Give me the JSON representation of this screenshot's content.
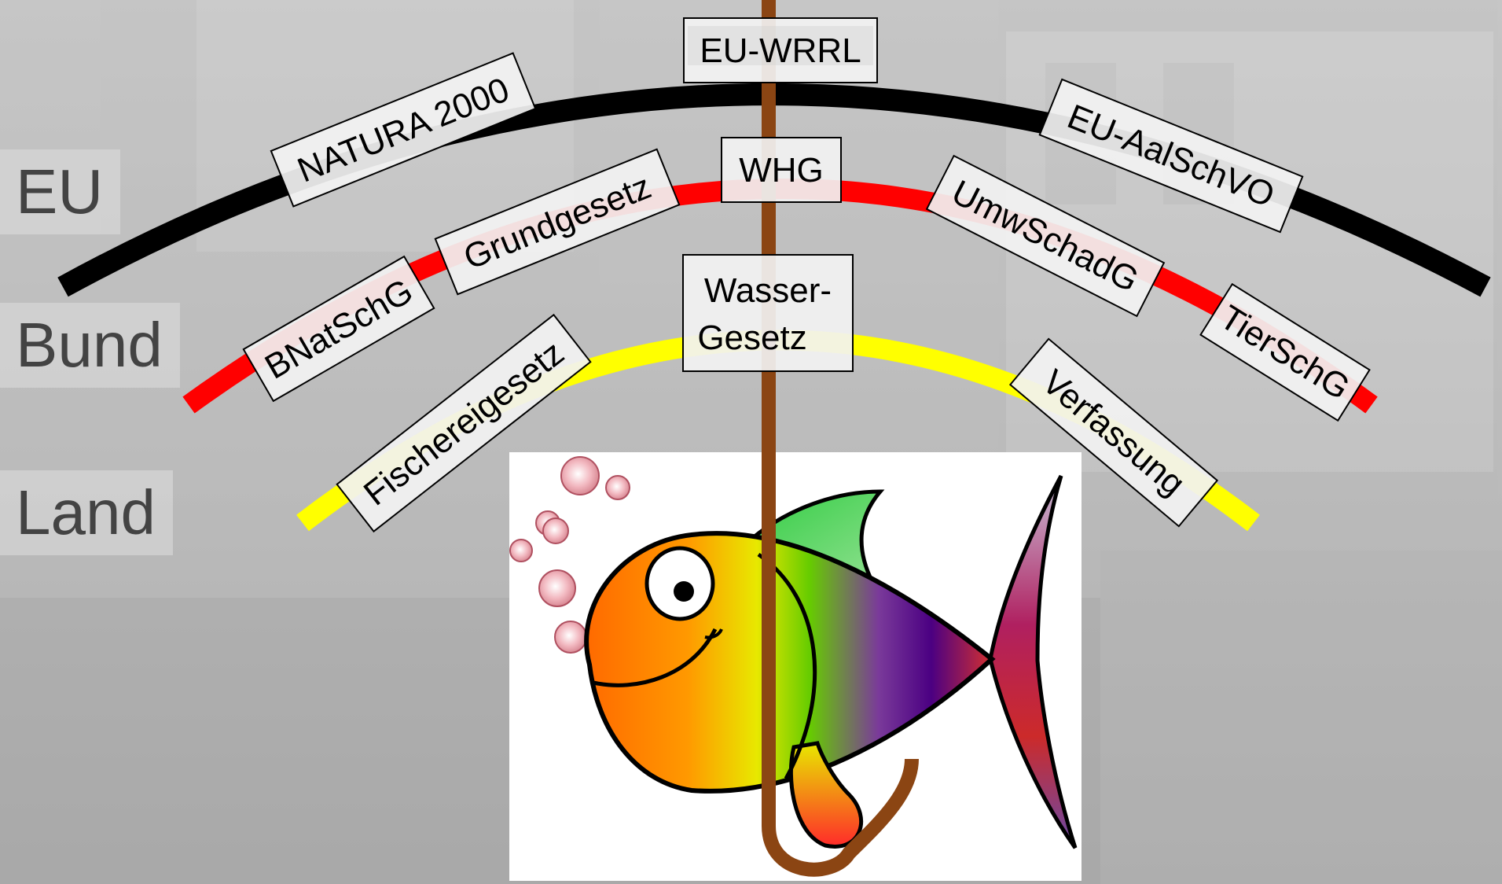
{
  "levels": {
    "eu": "EU",
    "bund": "Bund",
    "land": "Land"
  },
  "laws": {
    "natura2000": "NATURA 2000",
    "euwrrl": "EU-WRRL",
    "euaalschvo": "EU-AalSchVO",
    "grundgesetz": "Grundgesetz",
    "whg": "WHG",
    "umwschadg": "UmwSchadG",
    "bnatschg": "BNatSchG",
    "tierschg": "TierSchG",
    "wassergesetz_line1": "Wasser-",
    "wassergesetz_line2": "Gesetz",
    "fischereigesetz": "Fischereigesetz",
    "verfassung": "Verfassung"
  },
  "colors": {
    "eu_band": "#000000",
    "bund_band": "#ff0000",
    "land_band": "#ffff00",
    "hook": "#8b4513"
  }
}
